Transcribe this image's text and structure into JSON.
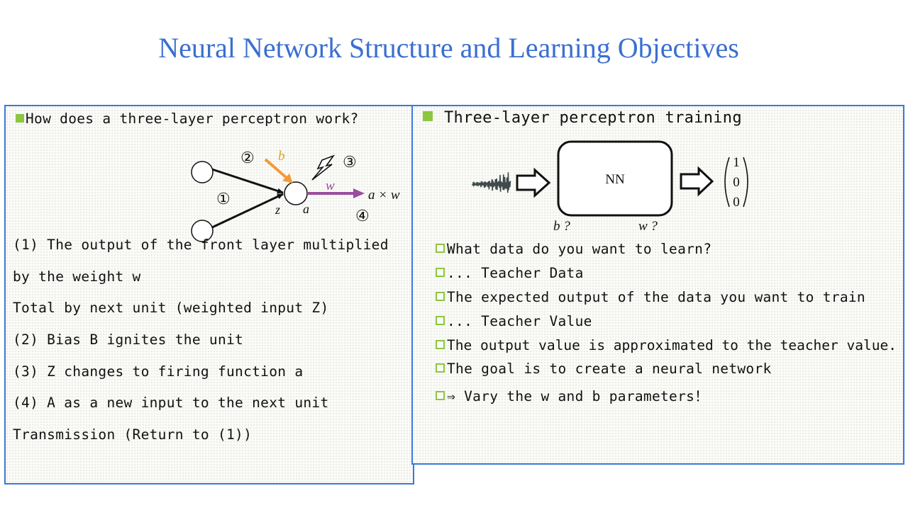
{
  "title": "Neural Network Structure and Learning Objectives",
  "left": {
    "heading": "How does a three-layer perceptron work?",
    "diagram": {
      "step1": "①",
      "step2": "②",
      "step3": "③",
      "step4": "④",
      "bias": "b",
      "weight": "w",
      "input_label": "z",
      "activation_label": "a",
      "output_expr": "a × w"
    },
    "lines": [
      "  (1) The output of the front layer multiplied",
      "by the weight w",
      "Total by next unit (weighted input Z)",
      "(2) Bias B ignites the unit",
      "(3) Z changes to firing function a",
      "(4) A as a new input to the next unit",
      "Transmission (Return to (1))"
    ]
  },
  "right": {
    "heading": "Three-layer perceptron training",
    "diagram": {
      "box_label": "NN",
      "bias_label": "b ?",
      "weight_label": "w ?",
      "vector": [
        "1",
        "0",
        "0"
      ]
    },
    "items": [
      "What data do you want to learn?",
      "... Teacher Data",
      "The expected output of the data you want to train",
      "... Teacher Value",
      "The output value is approximated to the teacher value.",
      "The goal is to create a neural network",
      "⇒ Vary the w and b parameters！"
    ]
  },
  "colors": {
    "title": "#3b6fd0",
    "panel_border": "#3a78dc",
    "bullet": "#8dc63f",
    "bias_arrow": "#f59a38",
    "weight_arrow": "#9b4d9e"
  }
}
